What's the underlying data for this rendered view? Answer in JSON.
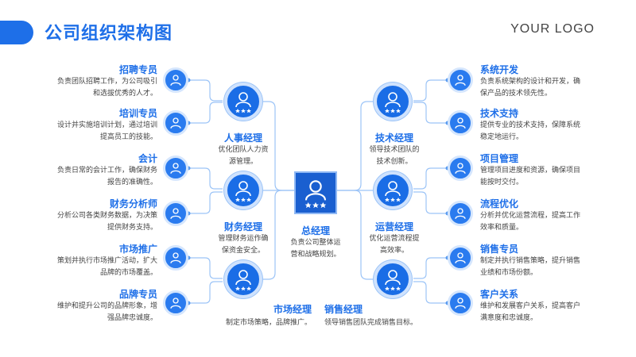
{
  "header": {
    "title": "公司组织架构图",
    "logo": "YOUR LOGO"
  },
  "colors": {
    "accent": "#1e6fe8",
    "node_fill": "#2a7bef",
    "line": "#9cc4f7"
  },
  "ceo": {
    "title": "总经理",
    "desc_1": "负责公司整体运",
    "desc_2": "营和战略规划。"
  },
  "managers": {
    "hr": {
      "title": "人事经理",
      "desc_1": "优化团队人力资",
      "desc_2": "源管理。"
    },
    "finance": {
      "title": "财务经理",
      "desc_1": "管理财务运作确",
      "desc_2": "保资金安全。"
    },
    "marketing": {
      "title": "市场经理",
      "desc": "制定市场策略，品牌推广。"
    },
    "tech": {
      "title": "技术经理",
      "desc_1": "领导技术团队的",
      "desc_2": "技术创新。"
    },
    "ops": {
      "title": "运营经理",
      "desc_1": "优化运营流程提",
      "desc_2": "高效率。"
    },
    "sales": {
      "title": "销售经理",
      "desc": "领导销售团队完成销售目标。"
    }
  },
  "left_roles": [
    {
      "title": "招聘专员",
      "desc_1": "负责团队招聘工作，为公司吸引",
      "desc_2": "和选拔优秀的人才。"
    },
    {
      "title": "培训专员",
      "desc_1": "设计并实施培训计划，通过培训",
      "desc_2": "提高员工的技能。"
    },
    {
      "title": "会计",
      "desc_1": "负责日常的会计工作，确保财务",
      "desc_2": "报告的准确性。"
    },
    {
      "title": "财务分析师",
      "desc_1": "分析公司各类财务数据，为决策",
      "desc_2": "提供财务支持。"
    },
    {
      "title": "市场推广",
      "desc_1": "策划并执行市场推广活动，扩大",
      "desc_2": "品牌的市场覆盖。"
    },
    {
      "title": "品牌专员",
      "desc_1": "维护和提升公司的品牌形象，增",
      "desc_2": "强品牌忠诚度。"
    }
  ],
  "right_roles": [
    {
      "title": "系统开发",
      "desc_1": "负责系统架构的设计和开发，确",
      "desc_2": "保产品的技术领先性。"
    },
    {
      "title": "技术支持",
      "desc_1": "提供专业的技术支持，保障系统",
      "desc_2": "稳定地运行。"
    },
    {
      "title": "项目管理",
      "desc_1": "管理项目进度和资源，确保项目",
      "desc_2": "能按时交付。"
    },
    {
      "title": "流程优化",
      "desc_1": "分析并优化运营流程，提高工作",
      "desc_2": "效率和质量。"
    },
    {
      "title": "销售专员",
      "desc_1": "制定并执行销售策略，提升销售",
      "desc_2": "业绩和市场份额。"
    },
    {
      "title": "客户关系",
      "desc_1": "维护和发展客户关系，提高客户",
      "desc_2": "满意度和忠诚度。"
    }
  ]
}
